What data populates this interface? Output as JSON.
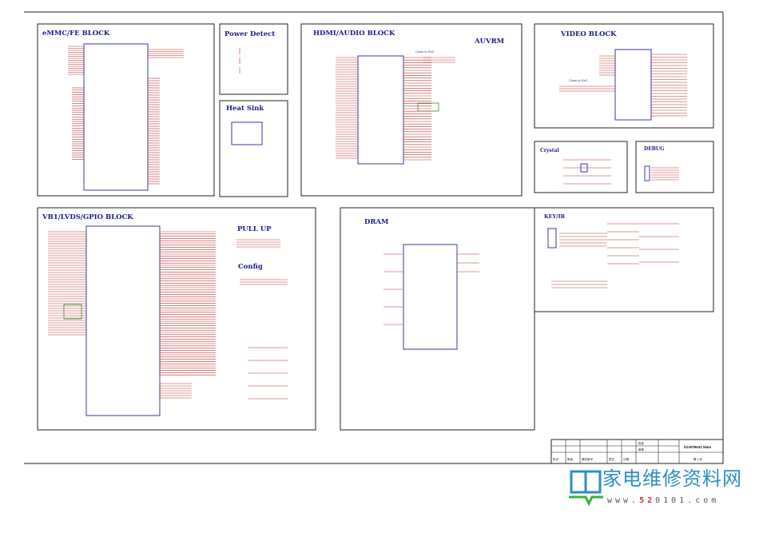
{
  "blocks": {
    "emmc": "eMMC/FE BLOCK",
    "power": "Power Detect",
    "heatsink": "Heat Sink",
    "hdmi": "HDMI/AUDIO BLOCK",
    "auvrm": "AUVRM",
    "video": "VIDEO BLOCK",
    "crystal": "Crystal",
    "debug": "DEBUG",
    "vb1": "VB1/LVDS/GPIO BLOCK",
    "pullup": "PULL UP",
    "config": "Config",
    "dram": "DRAM",
    "keyir": "KEY/IR"
  },
  "notes": {
    "close_to_soc_1": "Close to SoC",
    "close_to_soc_2": "Close to SoC"
  },
  "title_block": {
    "drawing_name": "02.MT9632 Main",
    "row1": "批准",
    "row2": "审核",
    "page": "第 3 页",
    "cols": [
      "标记",
      "数量",
      "更改单号",
      "签名",
      "日期"
    ]
  },
  "watermark": {
    "name": "家电维修资料网",
    "url_prefix": "www.",
    "url_highlight": "52",
    "url_suffix": "0101.com"
  },
  "colors": {
    "frame": "#222222",
    "nets": "#c03030",
    "chips": "#3a3aa0",
    "titles": "#1a1a8a",
    "logo": "#2a8fc0"
  }
}
